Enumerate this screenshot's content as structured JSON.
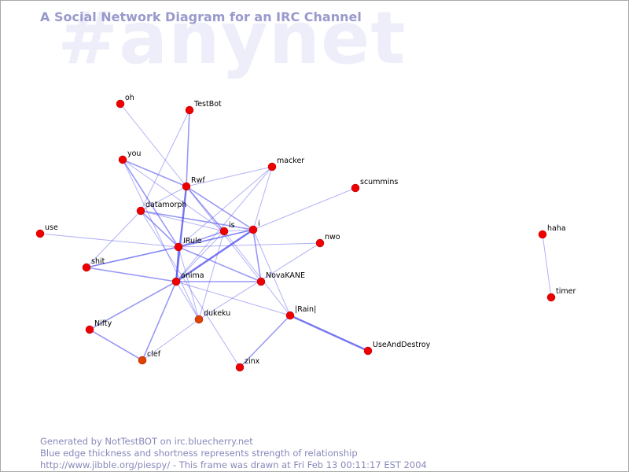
{
  "watermark": "#anynet",
  "title": "A Social Network Diagram for an IRC Channel",
  "footer": {
    "line1": "Generated by NotTestBOT on irc.bluecherry.net",
    "line2": "Blue edge thickness and shortness represents strength of relationship",
    "line3": "http://www.jibble.org/piespy/ - This frame was drawn at Fri Feb 13 00:11:17 EST 2004"
  },
  "colors": {
    "node": "#ee0000",
    "node_dark": "#dd4400",
    "edge": "#5555ee",
    "title": "#9999cc",
    "watermark": "#eeeefa"
  },
  "nodes": [
    {
      "id": "oh",
      "label": "oh"
    },
    {
      "id": "TestBot",
      "label": "TestBot"
    },
    {
      "id": "you",
      "label": "you"
    },
    {
      "id": "macker",
      "label": "macker"
    },
    {
      "id": "Rwf",
      "label": "Rwf"
    },
    {
      "id": "scummins",
      "label": "scummins"
    },
    {
      "id": "datamorph",
      "label": "datamorph"
    },
    {
      "id": "use",
      "label": "use"
    },
    {
      "id": "is",
      "label": "is"
    },
    {
      "id": "i",
      "label": "i"
    },
    {
      "id": "nwo",
      "label": "nwo"
    },
    {
      "id": "IRule",
      "label": "IRule"
    },
    {
      "id": "shit",
      "label": "shit"
    },
    {
      "id": "anima",
      "label": "anima"
    },
    {
      "id": "NovaKANE",
      "label": "NovaKANE"
    },
    {
      "id": "Rain",
      "label": "|Rain|"
    },
    {
      "id": "dukeku",
      "label": "dukeku"
    },
    {
      "id": "Nifty",
      "label": "Nifty"
    },
    {
      "id": "UseAndDestroy",
      "label": "UseAndDestroy"
    },
    {
      "id": "clef",
      "label": "clef"
    },
    {
      "id": "zinx",
      "label": "zinx"
    },
    {
      "id": "haha",
      "label": "haha"
    },
    {
      "id": "timer",
      "label": "timer"
    }
  ],
  "edges": [
    {
      "from": "oh",
      "to": "Rwf",
      "weight": 1
    },
    {
      "from": "TestBot",
      "to": "Rwf",
      "weight": 2
    },
    {
      "from": "TestBot",
      "to": "datamorph",
      "weight": 1
    },
    {
      "from": "you",
      "to": "Rwf",
      "weight": 2
    },
    {
      "from": "you",
      "to": "IRule",
      "weight": 2
    },
    {
      "from": "you",
      "to": "is",
      "weight": 1
    },
    {
      "from": "you",
      "to": "dukeku",
      "weight": 1
    },
    {
      "from": "Rwf",
      "to": "macker",
      "weight": 1
    },
    {
      "from": "Rwf",
      "to": "anima",
      "weight": 3
    },
    {
      "from": "Rwf",
      "to": "is",
      "weight": 2
    },
    {
      "from": "Rwf",
      "to": "i",
      "weight": 2
    },
    {
      "from": "Rwf",
      "to": "datamorph",
      "weight": 1
    },
    {
      "from": "Rwf",
      "to": "NovaKANE",
      "weight": 1
    },
    {
      "from": "macker",
      "to": "i",
      "weight": 1
    },
    {
      "from": "macker",
      "to": "IRule",
      "weight": 1
    },
    {
      "from": "macker",
      "to": "anima",
      "weight": 1
    },
    {
      "from": "scummins",
      "to": "i",
      "weight": 1
    },
    {
      "from": "datamorph",
      "to": "i",
      "weight": 2
    },
    {
      "from": "datamorph",
      "to": "IRule",
      "weight": 2
    },
    {
      "from": "datamorph",
      "to": "is",
      "weight": 1
    },
    {
      "from": "datamorph",
      "to": "shit",
      "weight": 1
    },
    {
      "from": "datamorph",
      "to": "zinx",
      "weight": 1
    },
    {
      "from": "use",
      "to": "IRule",
      "weight": 1
    },
    {
      "from": "is",
      "to": "IRule",
      "weight": 2
    },
    {
      "from": "is",
      "to": "anima",
      "weight": 1
    },
    {
      "from": "is",
      "to": "Rain",
      "weight": 1
    },
    {
      "from": "is",
      "to": "i",
      "weight": 1
    },
    {
      "from": "is",
      "to": "dukeku",
      "weight": 1
    },
    {
      "from": "i",
      "to": "IRule",
      "weight": 2
    },
    {
      "from": "i",
      "to": "anima",
      "weight": 3
    },
    {
      "from": "i",
      "to": "NovaKANE",
      "weight": 2
    },
    {
      "from": "i",
      "to": "Rain",
      "weight": 1
    },
    {
      "from": "i",
      "to": "shit",
      "weight": 1
    },
    {
      "from": "nwo",
      "to": "IRule",
      "weight": 1
    },
    {
      "from": "nwo",
      "to": "dukeku",
      "weight": 1
    },
    {
      "from": "IRule",
      "to": "anima",
      "weight": 2
    },
    {
      "from": "IRule",
      "to": "NovaKANE",
      "weight": 2
    },
    {
      "from": "IRule",
      "to": "dukeku",
      "weight": 1
    },
    {
      "from": "shit",
      "to": "IRule",
      "weight": 2
    },
    {
      "from": "shit",
      "to": "anima",
      "weight": 2
    },
    {
      "from": "anima",
      "to": "NovaKANE",
      "weight": 2
    },
    {
      "from": "anima",
      "to": "Nifty",
      "weight": 2
    },
    {
      "from": "anima",
      "to": "clef",
      "weight": 2
    },
    {
      "from": "anima",
      "to": "dukeku",
      "weight": 1
    },
    {
      "from": "anima",
      "to": "Rain",
      "weight": 1
    },
    {
      "from": "Rain",
      "to": "UseAndDestroy",
      "weight": 3
    },
    {
      "from": "Rain",
      "to": "zinx",
      "weight": 2
    },
    {
      "from": "Nifty",
      "to": "clef",
      "weight": 2
    },
    {
      "from": "clef",
      "to": "dukeku",
      "weight": 1
    },
    {
      "from": "haha",
      "to": "timer",
      "weight": 1
    }
  ]
}
